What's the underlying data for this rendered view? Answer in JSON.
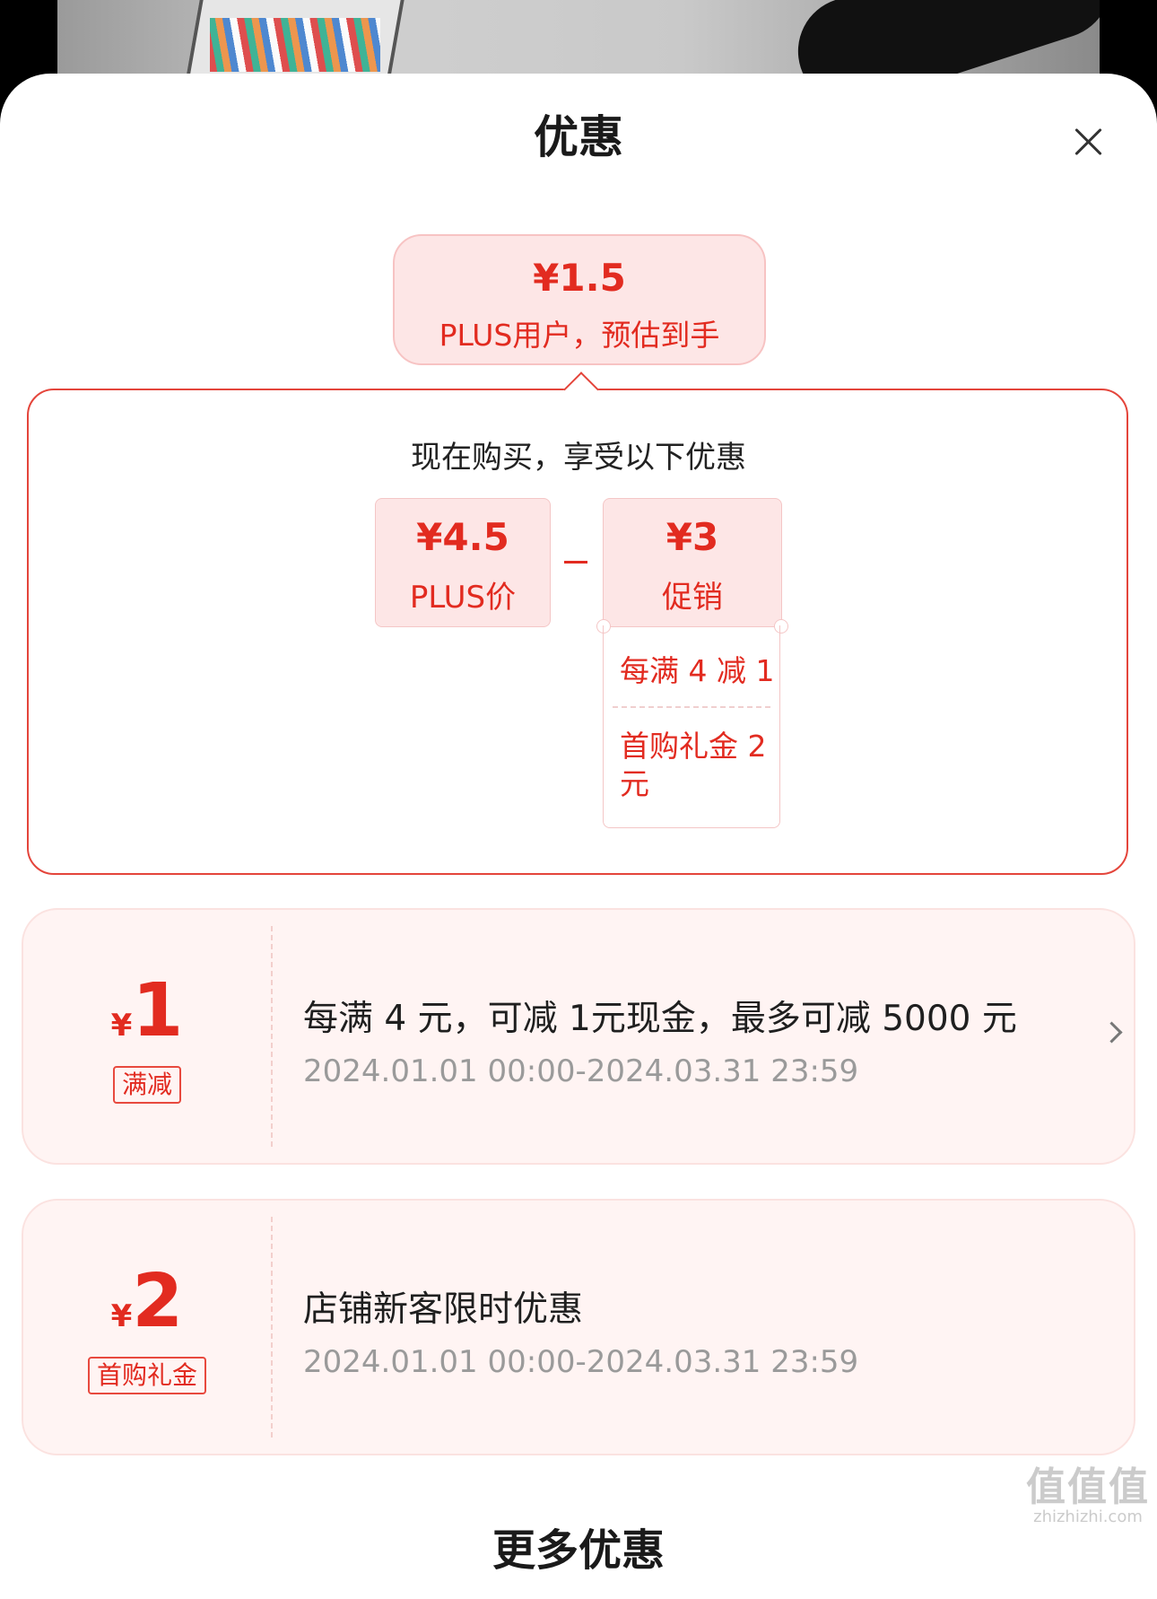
{
  "sheet": {
    "title": "优惠",
    "close_icon": "close-icon"
  },
  "estimate": {
    "amount": "¥1.5",
    "label": "PLUS用户，预估到手"
  },
  "summary": {
    "heading": "现在购买，享受以下优惠",
    "plus_price": {
      "amount": "¥4.5",
      "label": "PLUS价"
    },
    "operator": "–",
    "promotion": {
      "amount": "¥3",
      "label": "促销",
      "details": [
        "每满 4 减 1",
        "首购礼金 2元"
      ]
    }
  },
  "coupons": [
    {
      "currency": "¥",
      "value": "1",
      "tag": "满减",
      "title": "每满 4 元，可减 1元现金，最多可减 5000 元",
      "date": "2024.01.01 00:00-2024.03.31 23:59",
      "has_chevron": true
    },
    {
      "currency": "¥",
      "value": "2",
      "tag": "首购礼金",
      "title": "店铺新客限时优惠",
      "date": "2024.01.01 00:00-2024.03.31 23:59",
      "has_chevron": false
    }
  ],
  "more_section": {
    "title": "更多优惠"
  },
  "watermark": {
    "mark": "值值值",
    "site": "zhizhizhi.com"
  },
  "colors": {
    "accent": "#e22b20",
    "tint": "#fde6e6",
    "card_bg": "#fff4f3"
  }
}
